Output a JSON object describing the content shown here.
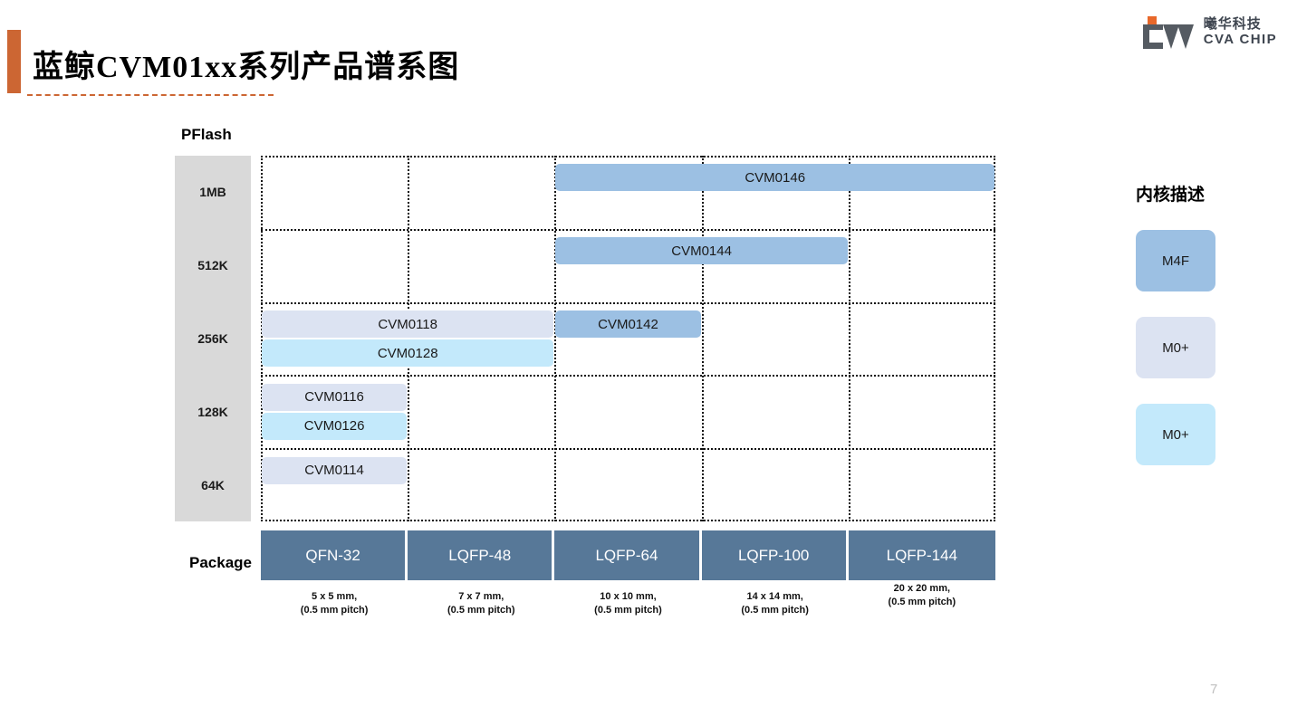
{
  "header": {
    "title": "蓝鲸CVM01xx系列产品谱系图",
    "accent_color": "#cc6633"
  },
  "logo": {
    "cn_name": "曦华科技",
    "en_name": "CVA CHIP",
    "mark_color": "#555b62",
    "square_color": "#e8682a"
  },
  "axes": {
    "y_title": "PFlash",
    "x_title": "Package",
    "y_ticks": [
      "1MB",
      "512K",
      "256K",
      "128K",
      "64K"
    ]
  },
  "packages": [
    {
      "name": "QFN-32",
      "dims": "5 x 5 mm,",
      "pitch": "(0.5 mm pitch)"
    },
    {
      "name": "LQFP-48",
      "dims": "7 x 7 mm,",
      "pitch": "(0.5 mm pitch)"
    },
    {
      "name": "LQFP-64",
      "dims": "10 x 10 mm,",
      "pitch": "(0.5 mm pitch)"
    },
    {
      "name": "LQFP-100",
      "dims": "14 x 14 mm,",
      "pitch": "(0.5 mm pitch)"
    },
    {
      "name": "LQFP-144",
      "dims": "20 x 20 mm,",
      "pitch": "(0.5 mm pitch)"
    }
  ],
  "legend": {
    "title": "内核描述",
    "items": [
      {
        "label": "M4F",
        "color": "#9cc0e3"
      },
      {
        "label": "M0+",
        "color": "#dce3f2"
      },
      {
        "label": "M0+",
        "color": "#c3e9fb"
      }
    ]
  },
  "footer": {
    "slide_number": "7"
  },
  "chart_data": {
    "type": "table",
    "title": "蓝鲸CVM01xx系列产品谱系图",
    "xlabel": "Package",
    "ylabel": "PFlash",
    "categories": [
      "QFN-32",
      "LQFP-48",
      "LQFP-64",
      "LQFP-100",
      "LQFP-144"
    ],
    "y_ticks": [
      "1MB",
      "512K",
      "256K",
      "128K",
      "64K"
    ],
    "grid": "dotted",
    "legend_position": "right",
    "parts": [
      {
        "name": "CVM0146",
        "flash": "1MB",
        "core": "M4F",
        "color": "#9cc0e3",
        "package_from": "LQFP-64",
        "package_to": "LQFP-144",
        "col_start": 2,
        "col_end": 4,
        "row": 0,
        "sub_row": 0
      },
      {
        "name": "CVM0144",
        "flash": "512K",
        "core": "M4F",
        "color": "#9cc0e3",
        "package_from": "LQFP-64",
        "package_to": "LQFP-100",
        "col_start": 2,
        "col_end": 3,
        "row": 1,
        "sub_row": 0
      },
      {
        "name": "CVM0118",
        "flash": "256K",
        "core": "M0+",
        "color": "#dce3f2",
        "package_from": "QFN-32",
        "package_to": "LQFP-48",
        "col_start": 0,
        "col_end": 1,
        "row": 2,
        "sub_row": 0
      },
      {
        "name": "CVM0128",
        "flash": "256K",
        "core": "M0+",
        "color": "#c3e9fb",
        "package_from": "QFN-32",
        "package_to": "LQFP-48",
        "col_start": 0,
        "col_end": 1,
        "row": 2,
        "sub_row": 1
      },
      {
        "name": "CVM0142",
        "flash": "256K",
        "core": "M4F",
        "color": "#9cc0e3",
        "package_from": "LQFP-64",
        "package_to": "LQFP-64",
        "col_start": 2,
        "col_end": 2,
        "row": 2,
        "sub_row": 0
      },
      {
        "name": "CVM0116",
        "flash": "128K",
        "core": "M0+",
        "color": "#dce3f2",
        "package_from": "QFN-32",
        "package_to": "QFN-32",
        "col_start": 0,
        "col_end": 0,
        "row": 3,
        "sub_row": 0
      },
      {
        "name": "CVM0126",
        "flash": "128K",
        "core": "M0+",
        "color": "#c3e9fb",
        "package_from": "QFN-32",
        "package_to": "QFN-32",
        "col_start": 0,
        "col_end": 0,
        "row": 3,
        "sub_row": 1
      },
      {
        "name": "CVM0114",
        "flash": "64K",
        "core": "M0+",
        "color": "#dce3f2",
        "package_from": "QFN-32",
        "package_to": "QFN-32",
        "col_start": 0,
        "col_end": 0,
        "row": 4,
        "sub_row": 0
      }
    ]
  }
}
